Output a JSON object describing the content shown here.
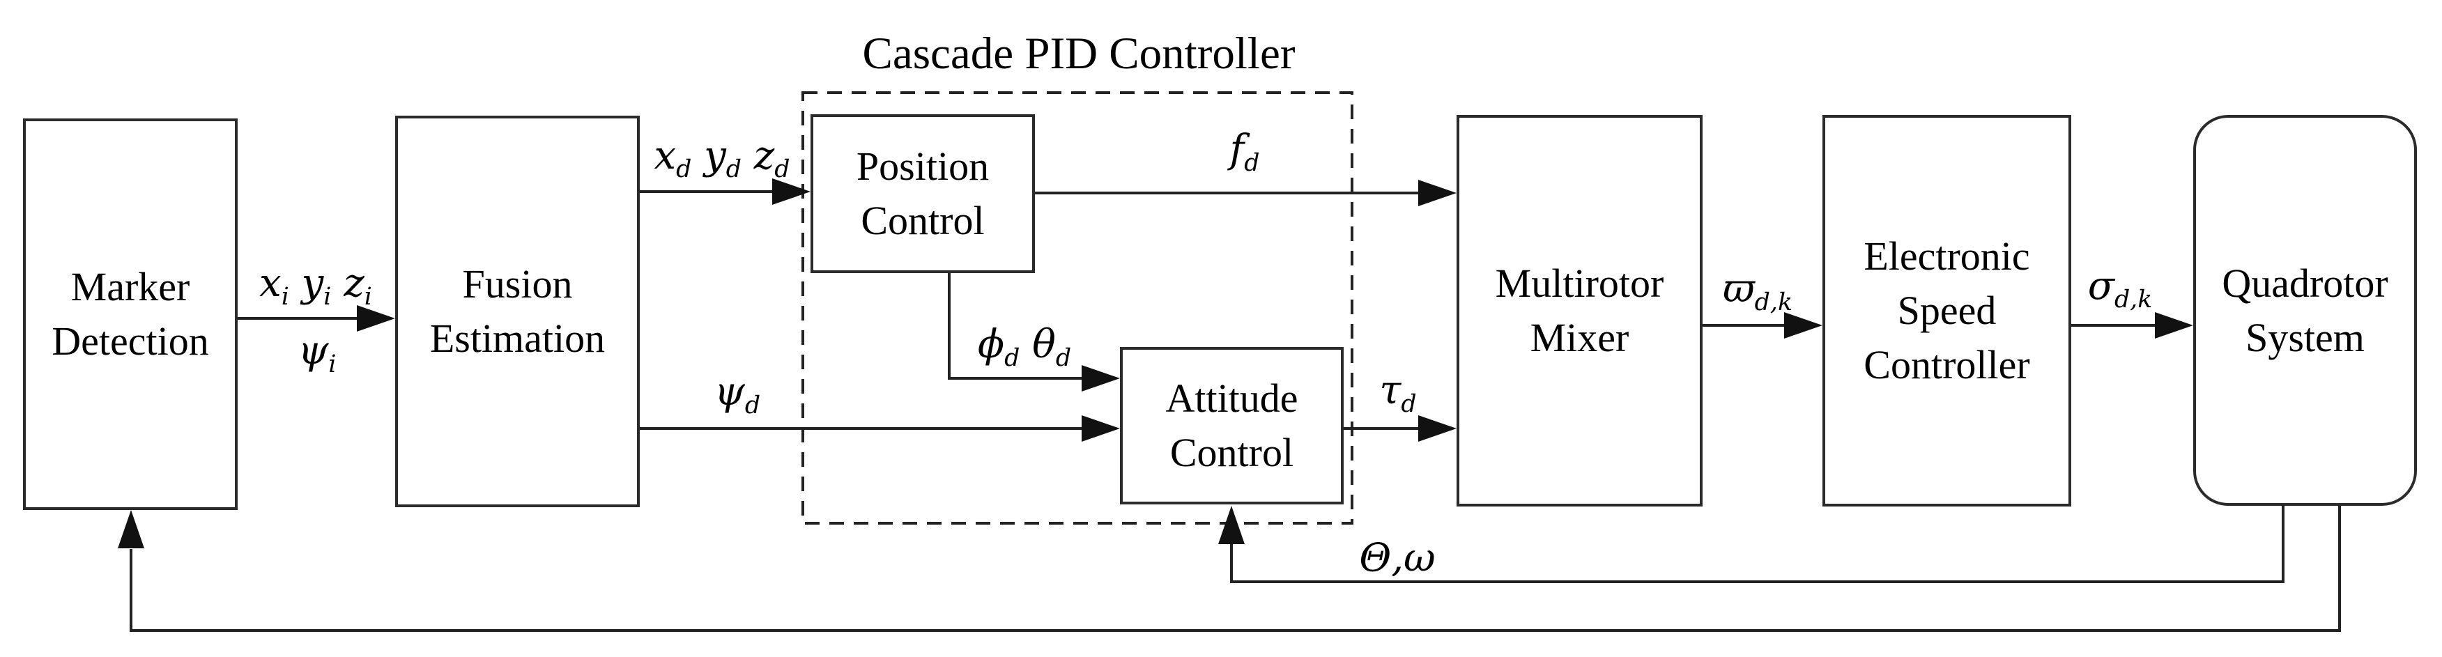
{
  "title": "Cascade PID Controller",
  "blocks": {
    "marker": {
      "label": "Marker\nDetection"
    },
    "fusion": {
      "label": "Fusion\nEstimation"
    },
    "position": {
      "label": "Position\nControl"
    },
    "attitude": {
      "label": "Attitude\nControl"
    },
    "mixer": {
      "label": "Multirotor\nMixer"
    },
    "esc": {
      "label": "Electronic\nSpeed\nController"
    },
    "quadrotor": {
      "label": "Quadrotor\nSystem"
    }
  },
  "signals": {
    "marker_to_fusion_pos": "x_i y_i z_i",
    "marker_to_fusion_yaw": "ψ_i",
    "fusion_to_position": "x_d y_d z_d",
    "fusion_to_attitude": "ψ_d",
    "position_to_mixer": "f_d",
    "position_to_attitude": "ϕ_d θ_d",
    "attitude_to_mixer": "τ_d",
    "mixer_to_esc": "ϖ_{d,k}",
    "esc_to_quadrotor": "σ_{d,k}",
    "quadrotor_to_attitude": "Θ,ω"
  },
  "colors": {
    "line": "#222222",
    "border": "#2b2b2b",
    "background": "#ffffff",
    "text": "#000000"
  }
}
